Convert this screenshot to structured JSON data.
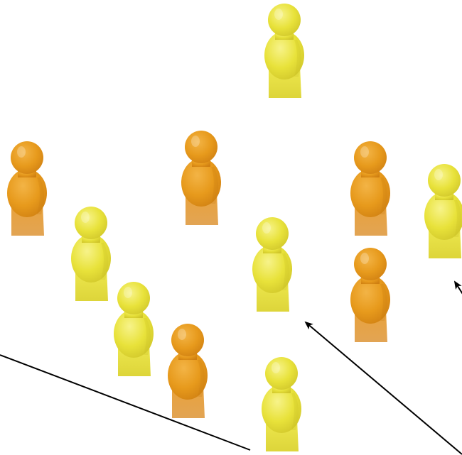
{
  "colors": {
    "background": "#ffffff",
    "yellow_figure": "#e8e23a",
    "yellow_figure_light": "#f2ee6a",
    "yellow_figure_dark": "#c9c024",
    "orange_figure": "#e79a1c",
    "orange_figure_light": "#f0b23c",
    "orange_figure_dark": "#c97a10",
    "arrow": "#000000"
  },
  "figures": [
    {
      "id": "figure-1",
      "color": "yellow"
    },
    {
      "id": "figure-2",
      "color": "orange"
    },
    {
      "id": "figure-3",
      "color": "orange"
    },
    {
      "id": "figure-4",
      "color": "orange"
    },
    {
      "id": "figure-5",
      "color": "yellow"
    },
    {
      "id": "figure-6",
      "color": "yellow"
    },
    {
      "id": "figure-7",
      "color": "yellow"
    },
    {
      "id": "figure-8",
      "color": "orange"
    },
    {
      "id": "figure-9",
      "color": "yellow"
    },
    {
      "id": "figure-10",
      "color": "orange"
    },
    {
      "id": "figure-11",
      "color": "yellow"
    }
  ],
  "lines": [
    {
      "id": "line-left",
      "has_arrowhead": false
    },
    {
      "id": "arrow-center",
      "has_arrowhead": true
    },
    {
      "id": "arrow-right",
      "has_arrowhead": true
    }
  ]
}
